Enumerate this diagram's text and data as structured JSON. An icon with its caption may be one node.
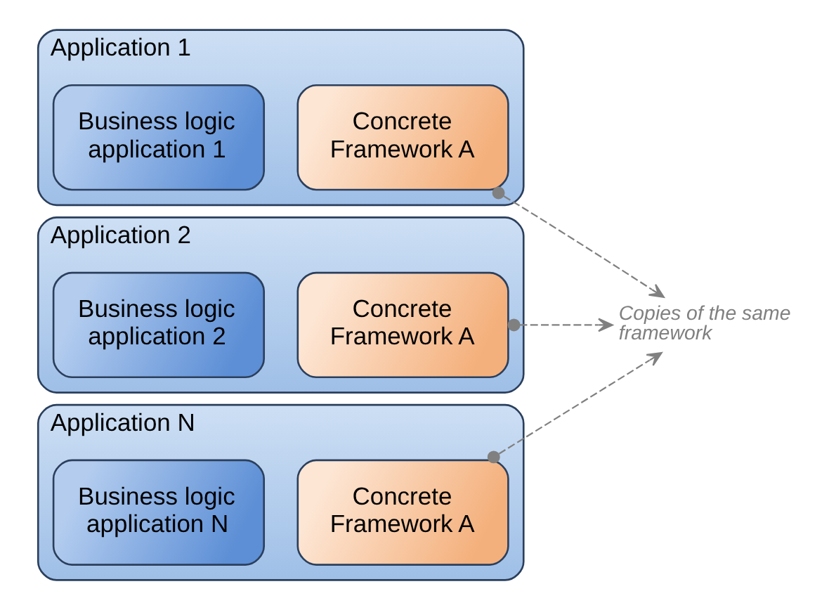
{
  "diagram": {
    "nodes": [
      {
        "text": [
          "Application 1"
        ]
      },
      {
        "text": [
          "Business logic application 1"
        ],
        "in": 0
      },
      {
        "text": [
          "Concrete Framework A"
        ],
        "in": 0
      },
      {
        "text": [
          "Application 2"
        ]
      },
      {
        "text": [
          "Business logic application 2"
        ],
        "in": 3
      },
      {
        "text": [
          "Concrete Framework A"
        ],
        "in": 3
      },
      {
        "text": [
          "Application N"
        ]
      },
      {
        "text": [
          "Business logic application N"
        ],
        "in": 6
      },
      {
        "text": [
          "Concrete Framework A"
        ],
        "in": 6
      },
      {
        "text": [
          "Copies of the same framework"
        ]
      }
    ],
    "edges": [
      {
        "from": 2,
        "to": 9,
        "arrow": "to",
        "style": "dashed"
      },
      {
        "from": 5,
        "to": 9,
        "arrow": "to",
        "style": "dashed"
      },
      {
        "from": 8,
        "to": 9,
        "arrow": "to",
        "style": "dashed"
      }
    ]
  }
}
